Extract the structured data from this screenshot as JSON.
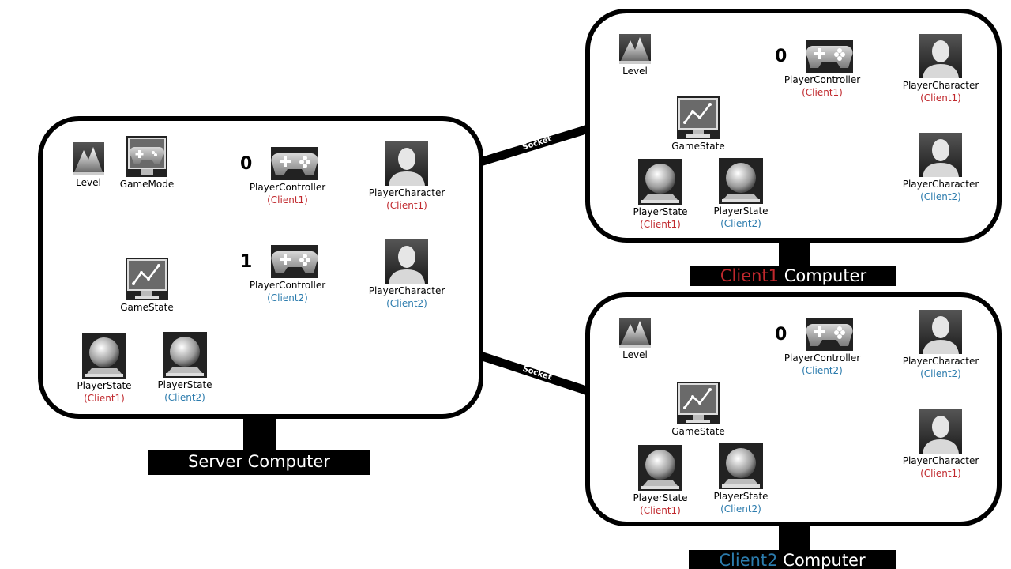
{
  "server": {
    "label": "Server Computer",
    "objects": {
      "level": {
        "name": "Level"
      },
      "gamemode": {
        "name": "GameMode"
      },
      "gamestate": {
        "name": "GameState"
      },
      "pc0": {
        "index": "0",
        "name": "PlayerController",
        "owner": "(Client1)"
      },
      "pc1": {
        "index": "1",
        "name": "PlayerController",
        "owner": "(Client2)"
      },
      "char1": {
        "name": "PlayerCharacter",
        "owner": "(Client1)"
      },
      "char2": {
        "name": "PlayerCharacter",
        "owner": "(Client2)"
      },
      "ps1": {
        "name": "PlayerState",
        "owner": "(Client1)"
      },
      "ps2": {
        "name": "PlayerState",
        "owner": "(Client2)"
      }
    }
  },
  "client1": {
    "label_accent": "Client1",
    "label_rest": " Computer",
    "objects": {
      "level": {
        "name": "Level"
      },
      "gamestate": {
        "name": "GameState"
      },
      "pc0": {
        "index": "0",
        "name": "PlayerController",
        "owner": "(Client1)"
      },
      "char_a": {
        "name": "PlayerCharacter",
        "owner": "(Client1)"
      },
      "char_b": {
        "name": "PlayerCharacter",
        "owner": "(Client2)"
      },
      "ps1": {
        "name": "PlayerState",
        "owner": "(Client1)"
      },
      "ps2": {
        "name": "PlayerState",
        "owner": "(Client2)"
      }
    }
  },
  "client2": {
    "label_accent": "Client2",
    "label_rest": " Computer",
    "objects": {
      "level": {
        "name": "Level"
      },
      "gamestate": {
        "name": "GameState"
      },
      "pc0": {
        "index": "0",
        "name": "PlayerController",
        "owner": "(Client2)"
      },
      "char_a": {
        "name": "PlayerCharacter",
        "owner": "(Client2)"
      },
      "char_b": {
        "name": "PlayerCharacter",
        "owner": "(Client1)"
      },
      "ps1": {
        "name": "PlayerState",
        "owner": "(Client1)"
      },
      "ps2": {
        "name": "PlayerState",
        "owner": "(Client2)"
      }
    }
  },
  "links": {
    "socket1": "Socket",
    "socket2": "Socket"
  },
  "colors": {
    "client1_accent": "#c0282d",
    "client2_accent": "#2b7bad"
  }
}
